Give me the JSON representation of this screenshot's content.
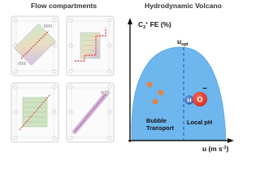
{
  "left_panel": {
    "title": "Flow compartments"
  },
  "right_panel": {
    "title": "Hydrodynamic Volcano",
    "y_axis_label": "C",
    "y_axis_sub": "2",
    "y_axis_sup": "+",
    "y_axis_rest": " FE (%)",
    "x_axis_label": "u (m s",
    "x_axis_sup": "-1",
    "x_axis_end": ")",
    "optimum_label": "u",
    "optimum_sub": "opt",
    "left_region_label_1": "Bubble",
    "left_region_label_2": "Transport",
    "right_region_label": "Local pH",
    "ion_h": "H",
    "ion_o": "O",
    "ion_o_charge": "−",
    "colors": {
      "volcano_fill": "#6eb6ee",
      "bubble": "#e8823c",
      "oxygen": "#e83a2a",
      "hydrogen": "#4477c4",
      "optimum_line": "#1a5fb4"
    }
  }
}
